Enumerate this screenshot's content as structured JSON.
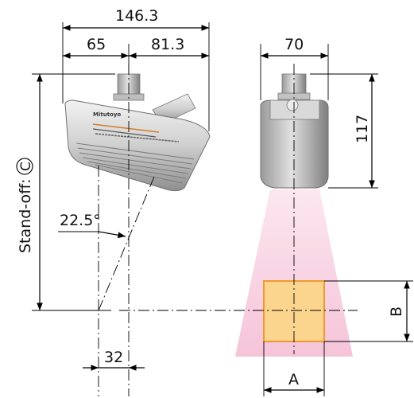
{
  "dimensions": {
    "overall_width": "146.3",
    "left_offset": "65",
    "right_offset": "81.3",
    "side_width": "70",
    "head_height": "117",
    "beam_angle": "22.5°",
    "bottom_offset": "32",
    "spot_width": "A",
    "spot_height": "B",
    "standoff_label": "Stand-off:",
    "standoff_symbol": "C"
  },
  "sensor": {
    "brand": "Mitutoyo"
  },
  "colors": {
    "beam": "#f4b9d2",
    "spot_fill": "#fbd58e",
    "spot_border": "#ee9a2e",
    "body_light": "#e6e6e6",
    "body_dark": "#8a8a8a"
  }
}
